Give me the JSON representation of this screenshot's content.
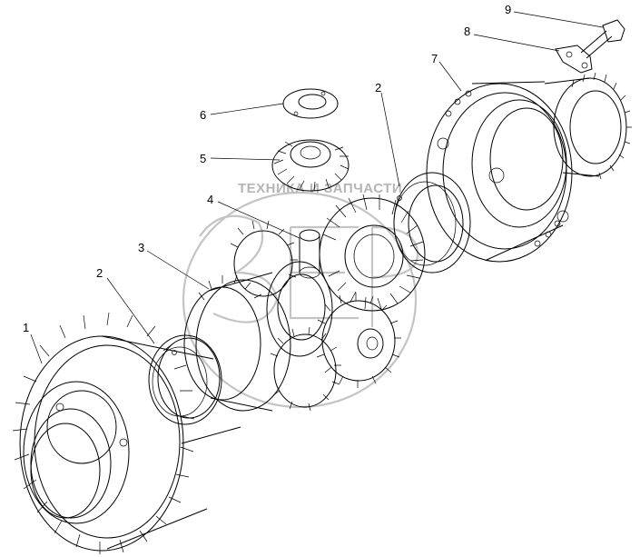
{
  "watermark": {
    "text": "ТЕХНИКА И ЗАПЧАСТИ",
    "color": "#c4c4c4"
  },
  "callouts": [
    {
      "id": "1",
      "label": "1"
    },
    {
      "id": "2a",
      "label": "2"
    },
    {
      "id": "3",
      "label": "3"
    },
    {
      "id": "4",
      "label": "4"
    },
    {
      "id": "5",
      "label": "5"
    },
    {
      "id": "6",
      "label": "6"
    },
    {
      "id": "2b",
      "label": "2"
    },
    {
      "id": "7",
      "label": "7"
    },
    {
      "id": "8",
      "label": "8"
    },
    {
      "id": "9",
      "label": "9"
    }
  ]
}
